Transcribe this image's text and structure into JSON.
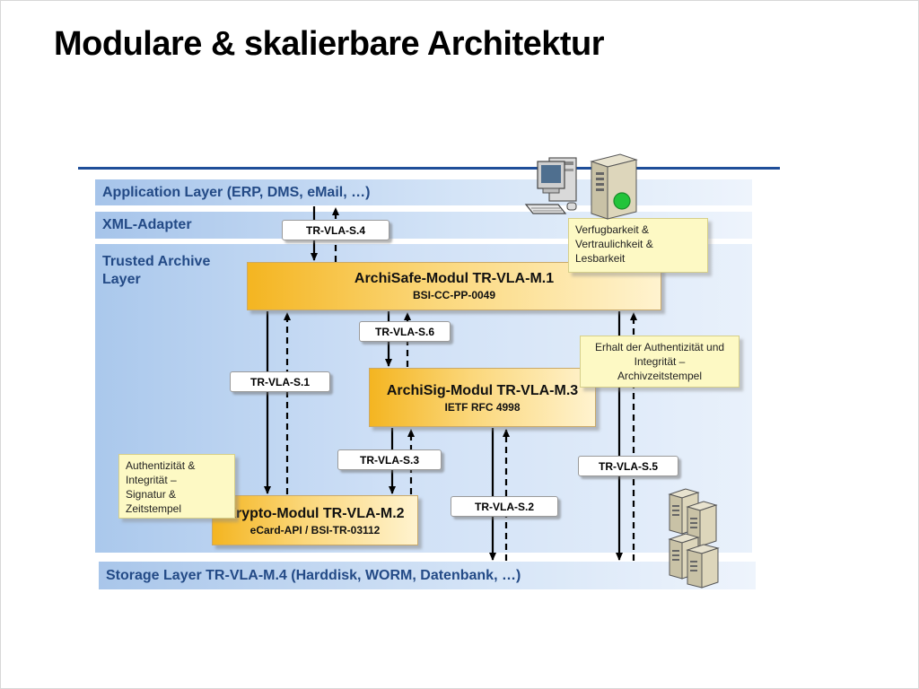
{
  "title": "Modulare & skalierbare Architektur",
  "layers": {
    "application": "Application Layer (ERP, DMS, eMail, …)",
    "xml_adapter": "XML-Adapter",
    "trusted_archive": "Trusted Archive\nLayer",
    "storage": "Storage Layer TR-VLA-M.4 (Harddisk, WORM, Datenbank, …)"
  },
  "modules": {
    "archisafe": {
      "title": "ArchiSafe-Modul TR-VLA-M.1",
      "sub": "BSI-CC-PP-0049"
    },
    "archisig": {
      "title": "ArchiSig-Modul TR-VLA-M.3",
      "sub": "IETF RFC 4998"
    },
    "krypto": {
      "title": "Krypto-Modul TR-VLA-M.2",
      "sub": "eCard-API / BSI-TR-03112"
    }
  },
  "interfaces": {
    "s1": "TR-VLA-S.1",
    "s2": "TR-VLA-S.2",
    "s3": "TR-VLA-S.3",
    "s4": "TR-VLA-S.4",
    "s5": "TR-VLA-S.5",
    "s6": "TR-VLA-S.6"
  },
  "notes": {
    "availability": "Verfugbarkeit &\nVertraulichkeit &\nLesbarkeit",
    "authenticity_preservation": "Erhalt der Authentizität und\nIntegrität –\nArchivzeitstempel",
    "authenticity_signature": "Authentizität &\nIntegrität –\nSignatur &\nZeitstempel"
  },
  "icons": {
    "client": "workstation-icon",
    "server": "server-icon",
    "storage": "server-cluster-icon"
  },
  "colors": {
    "layer_blue": "#a6c4ea",
    "layer_text": "#234a86",
    "module_gold": "#f4b521",
    "note_yellow": "#fdf9c4",
    "line_blue": "#1f4e99",
    "status_green": "#22c43a"
  }
}
